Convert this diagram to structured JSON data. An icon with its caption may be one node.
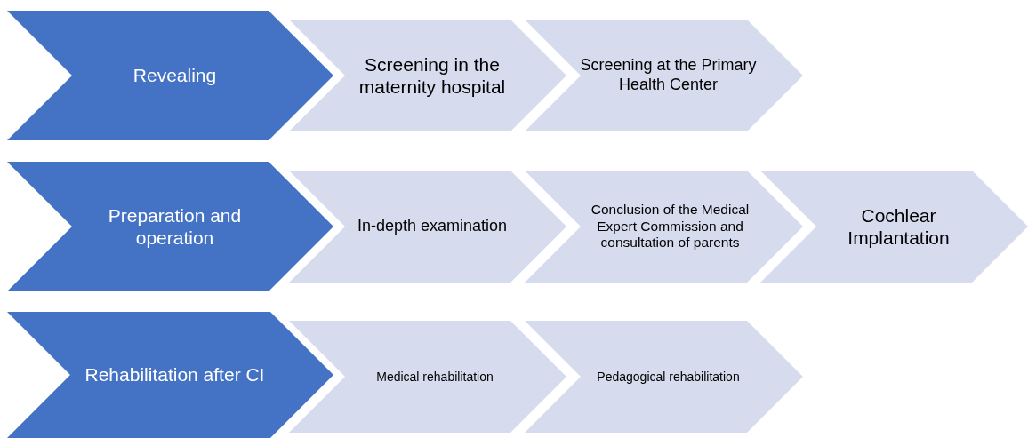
{
  "diagram": {
    "nodes": [
      {
        "text": [
          "Revealing"
        ]
      },
      {
        "text": [
          "Screening in the maternity hospital"
        ]
      },
      {
        "text": [
          "Screening at the Primary Health Center"
        ]
      },
      {
        "text": [
          "Preparation and operation"
        ]
      },
      {
        "text": [
          "In-depth examination"
        ]
      },
      {
        "text": [
          "Conclusion of the Medical Expert Commission and consultation of parents"
        ]
      },
      {
        "text": [
          "Cochlear Implantation"
        ]
      },
      {
        "text": [
          "Rehabilitation after CI"
        ]
      },
      {
        "text": [
          "Medical rehabilitation"
        ]
      },
      {
        "text": [
          "Pedagogical rehabilitation"
        ]
      }
    ]
  }
}
